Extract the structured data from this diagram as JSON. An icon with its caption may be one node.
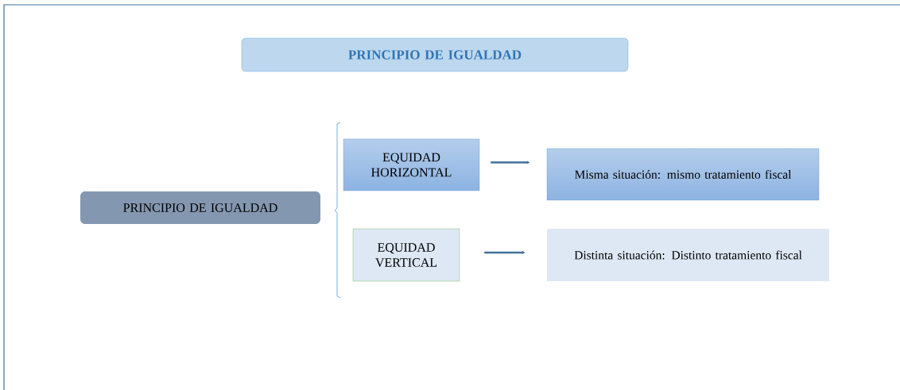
{
  "diagram": {
    "nodes": [
      {
        "text": [
          "PRINCIPIO DE IGUALDAD"
        ]
      },
      {
        "text": [
          "PRINCIPIO DE IGUALDAD"
        ]
      },
      {
        "text": [
          "EQUIDAD HORIZONTAL"
        ]
      },
      {
        "text": [
          "EQUIDAD VERTICAL"
        ]
      },
      {
        "text": [
          "Misma situación: mismo tratamiento fiscal"
        ]
      },
      {
        "text": [
          "Distinta situación: Distinto tratamiento fiscal"
        ]
      }
    ],
    "edges": [
      {
        "from": 2,
        "to": 4,
        "arrow": "to"
      },
      {
        "from": 3,
        "to": 5,
        "arrow": "to"
      }
    ]
  }
}
